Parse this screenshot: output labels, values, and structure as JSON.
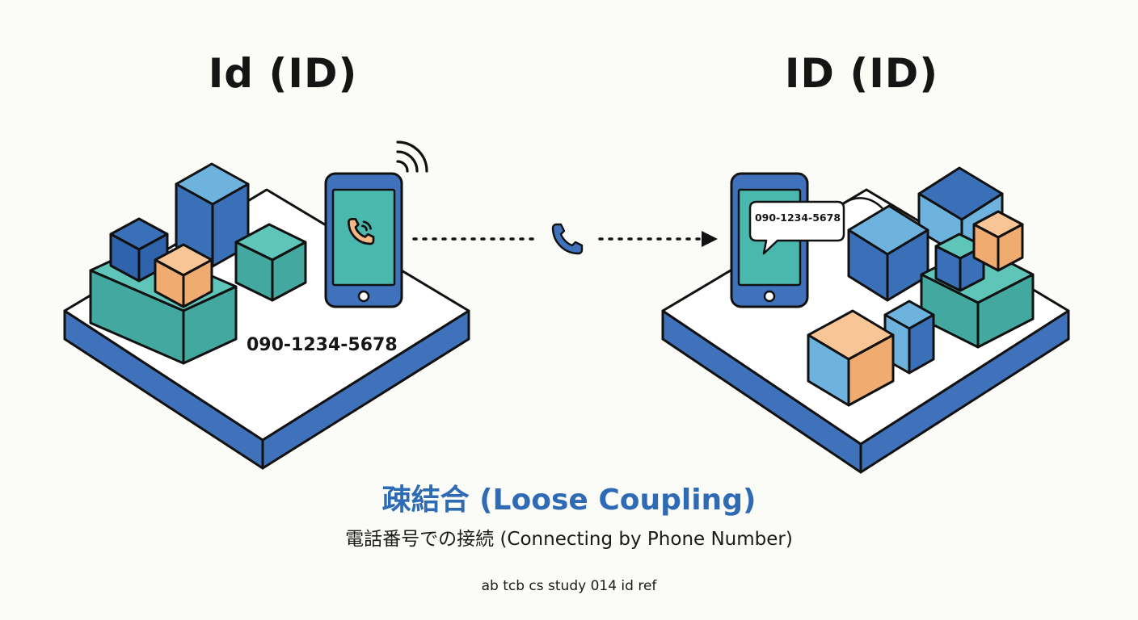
{
  "titles": {
    "left": "Id (ID)",
    "right": "ID (ID)"
  },
  "left_phone_number": "090-1234-5678",
  "speech_bubble_text": "090-1234-5678",
  "heading": "疎結合 (Loose Coupling)",
  "subheading": "電話番号での接続 (Connecting by Phone Number)",
  "footer": "ab tcb cs study 014 id ref",
  "icons": [
    "phone-handset-icon",
    "wifi-signal-icon",
    "smartphone-icon",
    "speech-bubble-icon",
    "arrow-head-icon"
  ],
  "colors": {
    "blue_dark": "#3a70b8",
    "blue_light": "#6db3de",
    "teal": "#4bb8ad",
    "orange": "#f5b985",
    "platform_base": "#3f72ba",
    "platform_top": "#ffffff",
    "heading": "#2f6bb5"
  }
}
